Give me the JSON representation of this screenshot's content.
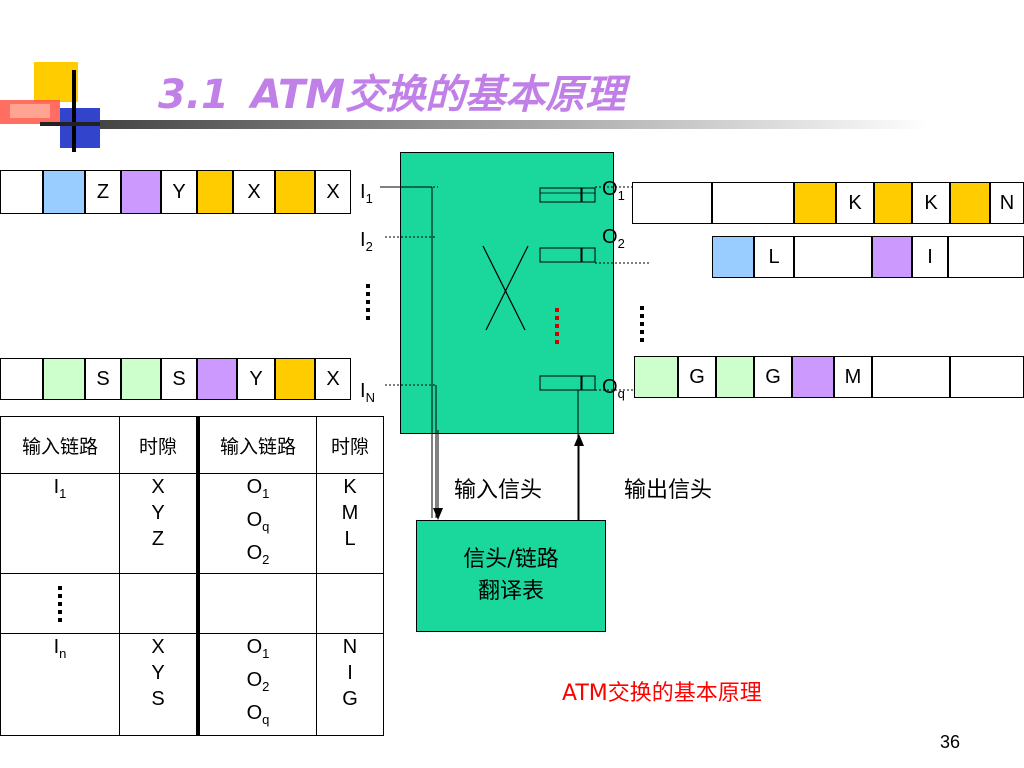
{
  "title": {
    "number": "3.1",
    "text": "ATM交换的基本原理"
  },
  "caption": "ATM交换的基本原理",
  "page_number": "36",
  "colors": {
    "blue": "#99ccff",
    "purple": "#cc99ff",
    "yellow": "#ffcc00",
    "green": "#ccffcc",
    "switch": "#1ad89c",
    "title": "#c080e8",
    "caption": "#ff0000"
  },
  "input_links": [
    {
      "label": "I",
      "sub": "1",
      "cells": [
        "",
        "",
        "Z",
        "",
        "Y",
        "",
        "X",
        "",
        "X"
      ]
    },
    {
      "label": "I",
      "sub": "2"
    },
    {
      "label": "I",
      "sub": "N",
      "cells": [
        "",
        "",
        "S",
        "",
        "S",
        "",
        "Y",
        "",
        "X"
      ]
    }
  ],
  "output_links": [
    {
      "label": "O",
      "sub": "1",
      "cells": [
        "",
        "",
        "",
        "",
        "K",
        "",
        "K",
        "",
        "N"
      ]
    },
    {
      "label": "O",
      "sub": "2",
      "cells": [
        "",
        "L",
        "",
        "",
        "I",
        ""
      ]
    },
    {
      "label": "O",
      "sub": "q",
      "cells": [
        "",
        "G",
        "",
        "G",
        "",
        "M",
        "",
        ""
      ]
    }
  ],
  "header_labels": {
    "input": "输入信头",
    "output": "输出信头"
  },
  "lut_lines": [
    "信头/链路",
    "翻译表"
  ],
  "table": {
    "headers": [
      "输入链路",
      "时隙",
      "输入链路",
      "时隙"
    ],
    "rows": [
      {
        "in_link": "I",
        "in_sub": "1",
        "slots": [
          "X",
          "Y",
          "Z"
        ],
        "out_links": [
          [
            "O",
            "1"
          ],
          [
            "O",
            "q"
          ],
          [
            "O",
            "2"
          ]
        ],
        "out_slots": [
          "K",
          "M",
          "L"
        ]
      },
      {
        "in_link": "I",
        "in_sub": "n",
        "slots": [
          "X",
          "Y",
          "S"
        ],
        "out_links": [
          [
            "O",
            "1"
          ],
          [
            "O",
            "2"
          ],
          [
            "O",
            "q"
          ]
        ],
        "out_slots": [
          "N",
          "I",
          "G"
        ]
      }
    ]
  }
}
